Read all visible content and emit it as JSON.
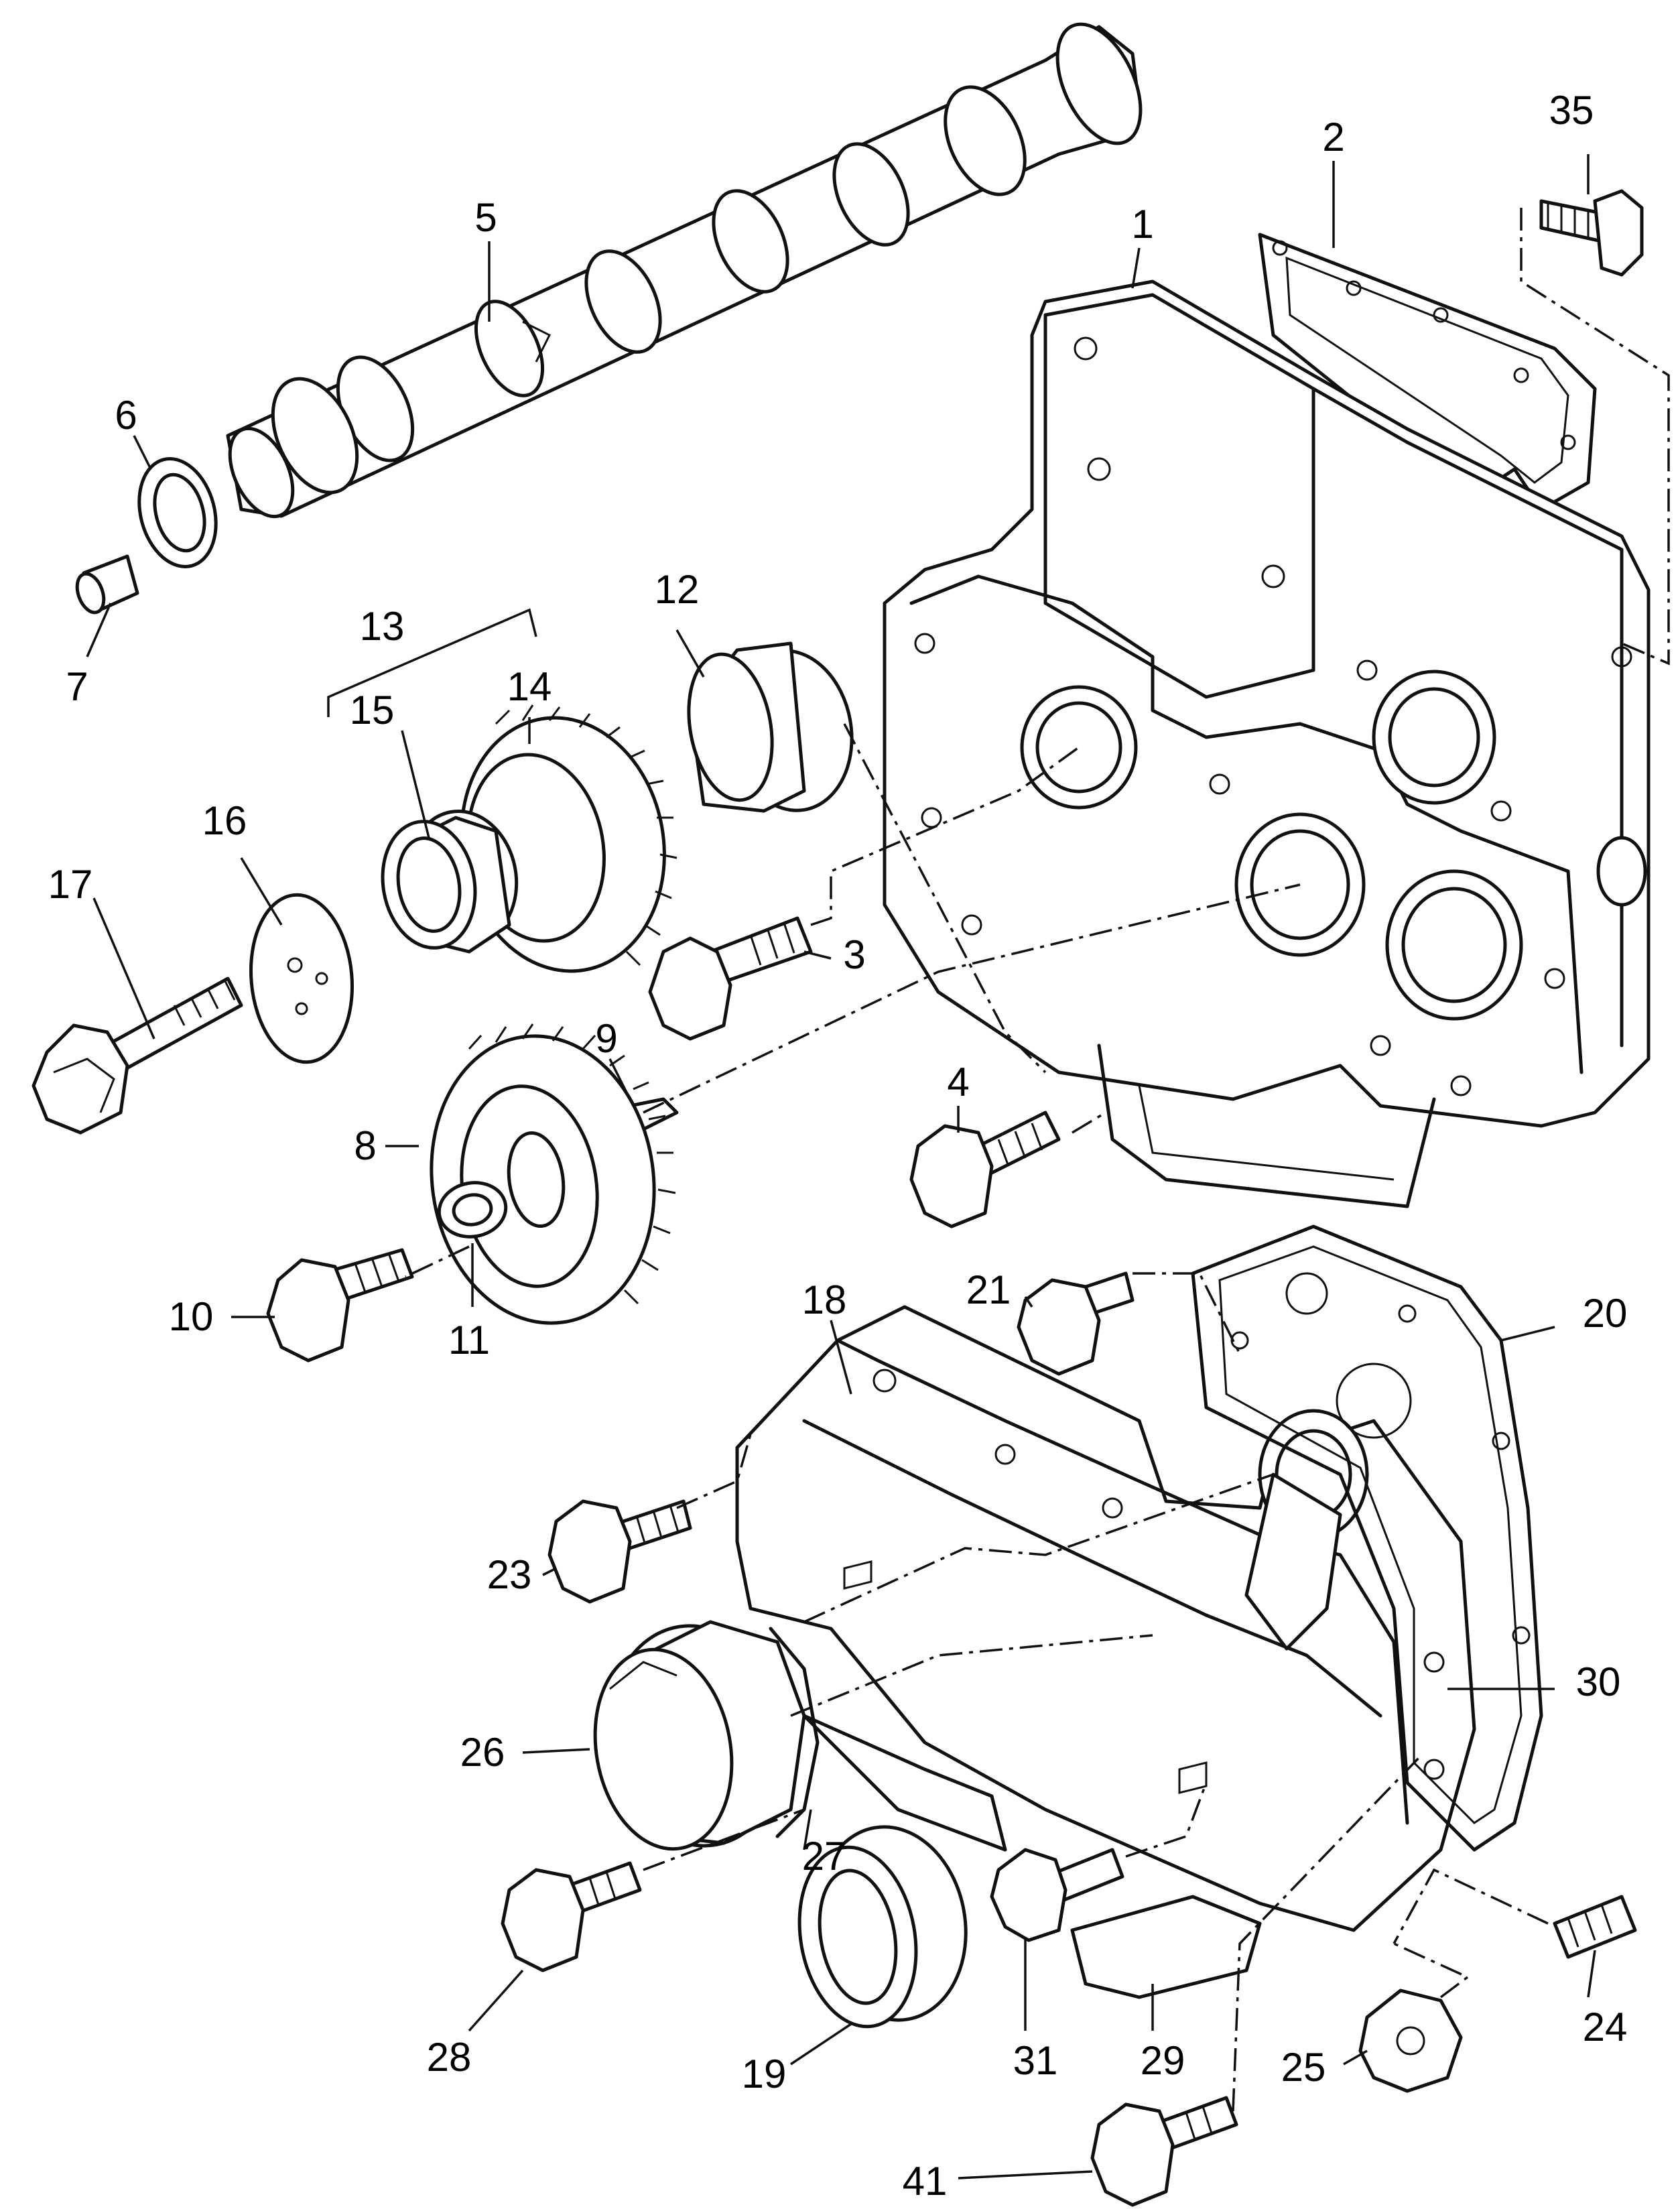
{
  "callouts": {
    "c1": "1",
    "c2": "2",
    "c3": "3",
    "c4": "4",
    "c5": "5",
    "c6": "6",
    "c7": "7",
    "c8": "8",
    "c9": "9",
    "c10": "10",
    "c11": "11",
    "c12": "12",
    "c13": "13",
    "c14": "14",
    "c15": "15",
    "c16": "16",
    "c17": "17",
    "c18": "18",
    "c19": "19",
    "c20": "20",
    "c21": "21",
    "c23": "23",
    "c24": "24",
    "c25": "25",
    "c26": "26",
    "c27": "27",
    "c28": "28",
    "c29": "29",
    "c30": "30",
    "c31": "31",
    "c35": "35",
    "c41": "41"
  }
}
